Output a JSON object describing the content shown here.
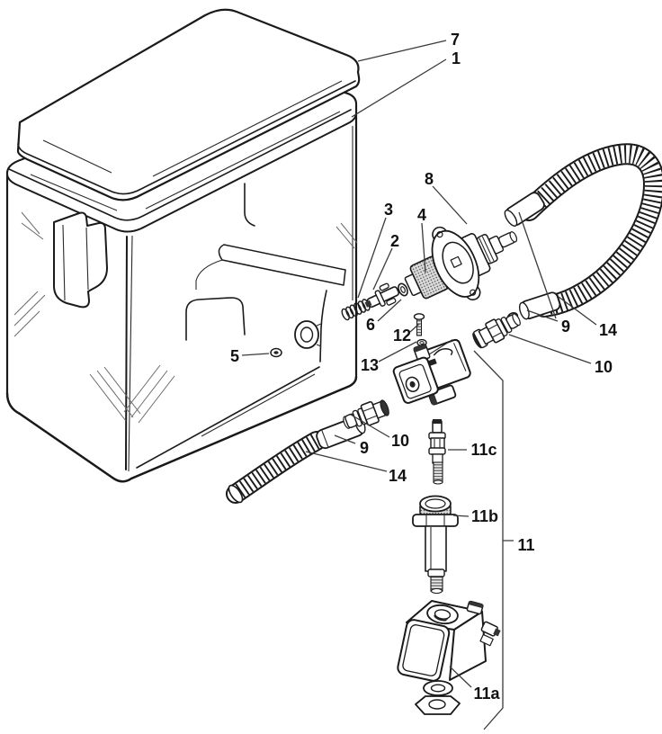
{
  "figure": {
    "type": "exploded-parts-diagram",
    "colors": {
      "ink": "#1a1a1a",
      "paper": "#ffffff",
      "shade": "#d9d9d9",
      "dark": "#333333"
    }
  },
  "callouts": {
    "c7": {
      "text": "7"
    },
    "c1": {
      "text": "1"
    },
    "c8": {
      "text": "8"
    },
    "c3": {
      "text": "3"
    },
    "c4": {
      "text": "4"
    },
    "c2": {
      "text": "2"
    },
    "c6": {
      "text": "6"
    },
    "c12": {
      "text": "12"
    },
    "c13": {
      "text": "13"
    },
    "c5": {
      "text": "5"
    },
    "c9r": {
      "text": "9"
    },
    "c14r": {
      "text": "14"
    },
    "c10r": {
      "text": "10"
    },
    "c10l": {
      "text": "10"
    },
    "c9l": {
      "text": "9"
    },
    "c14l": {
      "text": "14"
    },
    "c11c": {
      "text": "11c"
    },
    "c11b": {
      "text": "11b"
    },
    "c11": {
      "text": "11"
    },
    "c11a": {
      "text": "11a"
    }
  }
}
